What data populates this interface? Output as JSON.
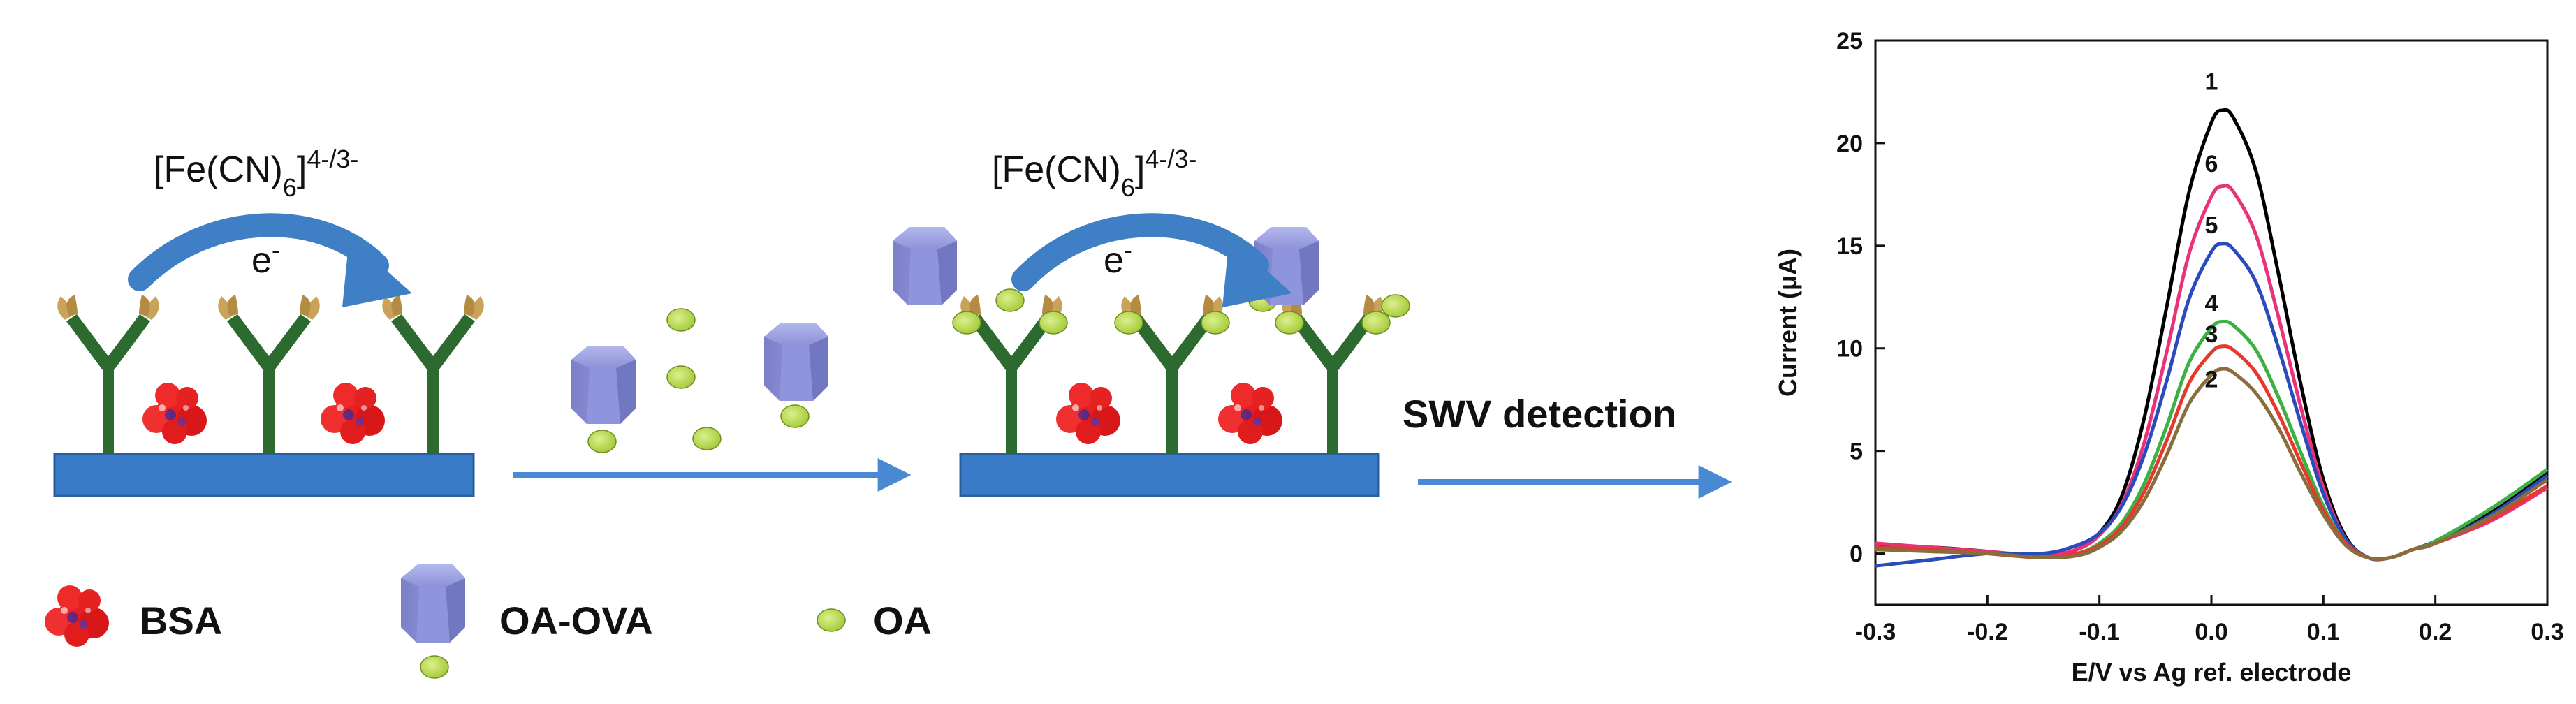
{
  "scheme": {
    "redox_probe": {
      "base": "[Fe(CN)",
      "subscript": "6",
      "superscript": "4-/3-"
    },
    "electron_label": {
      "base": "e",
      "superscript": "-"
    },
    "step_label": "SWV detection",
    "legend": [
      {
        "key": "bsa",
        "label": "BSA"
      },
      {
        "key": "oa-ova",
        "label": "OA-OVA"
      },
      {
        "key": "oa",
        "label": "OA"
      }
    ],
    "colors": {
      "electrode": "#3a7bc8",
      "antibody": "#2d6a2f",
      "antibody_tip": "#c9a35a",
      "bsa": "#e62020",
      "ova": "#8a8fd6",
      "oa": "#b9db52",
      "arrow": "#4a8ad4",
      "electron_arrow": "#3f7fc6"
    }
  },
  "chart_data": {
    "type": "line",
    "title": "",
    "xlabel": "E/V vs Ag ref. electrode",
    "ylabel": "Current (μA)",
    "xlim": [
      -0.3,
      0.3
    ],
    "ylim": [
      -2.5,
      25
    ],
    "xticks": [
      -0.3,
      -0.2,
      -0.1,
      0.0,
      0.1,
      0.2,
      0.3
    ],
    "xtick_labels": [
      "-0.3",
      "-0.2",
      "-0.1",
      "0.0",
      "0.1",
      "0.2",
      "0.3"
    ],
    "yticks": [
      0,
      5,
      10,
      15,
      20,
      25
    ],
    "ytick_labels": [
      "0",
      "5",
      "10",
      "15",
      "20",
      "25"
    ],
    "grid": false,
    "legend": "none",
    "series": [
      {
        "name": "1",
        "color": "#000000",
        "x": [
          -0.3,
          -0.25,
          -0.2,
          -0.15,
          -0.12,
          -0.1,
          -0.08,
          -0.06,
          -0.04,
          -0.02,
          0.0,
          0.01,
          0.02,
          0.04,
          0.06,
          0.08,
          0.1,
          0.12,
          0.14,
          0.16,
          0.18,
          0.2,
          0.25,
          0.3
        ],
        "y": [
          0.3,
          0.3,
          0.1,
          -0.2,
          0.2,
          1.0,
          2.8,
          6.6,
          12.0,
          17.6,
          21.0,
          21.6,
          21.2,
          18.6,
          13.6,
          8.2,
          3.6,
          0.8,
          -0.2,
          -0.2,
          0.2,
          0.6,
          2.0,
          3.9
        ]
      },
      {
        "name": "6",
        "color": "#e8327a",
        "x": [
          -0.3,
          -0.25,
          -0.2,
          -0.15,
          -0.12,
          -0.1,
          -0.08,
          -0.06,
          -0.04,
          -0.02,
          0.0,
          0.01,
          0.02,
          0.04,
          0.06,
          0.08,
          0.1,
          0.12,
          0.14,
          0.16,
          0.18,
          0.2,
          0.25,
          0.3
        ],
        "y": [
          0.5,
          0.3,
          0.1,
          -0.1,
          0.2,
          0.9,
          2.4,
          5.4,
          9.8,
          14.6,
          17.4,
          17.9,
          17.6,
          15.5,
          11.5,
          7.1,
          3.2,
          0.7,
          -0.2,
          -0.2,
          0.2,
          0.5,
          1.6,
          3.2
        ]
      },
      {
        "name": "5",
        "color": "#2b4bbd",
        "x": [
          -0.3,
          -0.25,
          -0.2,
          -0.15,
          -0.12,
          -0.1,
          -0.08,
          -0.06,
          -0.04,
          -0.02,
          0.0,
          0.01,
          0.02,
          0.04,
          0.06,
          0.08,
          0.1,
          0.12,
          0.14,
          0.16,
          0.18,
          0.2,
          0.25,
          0.3
        ],
        "y": [
          -0.6,
          -0.3,
          0.0,
          0.0,
          0.4,
          1.0,
          2.3,
          4.8,
          8.4,
          12.4,
          14.7,
          15.1,
          14.8,
          13.2,
          10.0,
          6.3,
          2.9,
          0.7,
          -0.2,
          -0.2,
          0.2,
          0.5,
          1.9,
          3.8
        ]
      },
      {
        "name": "4",
        "color": "#3cb043",
        "x": [
          -0.3,
          -0.25,
          -0.2,
          -0.15,
          -0.12,
          -0.1,
          -0.08,
          -0.06,
          -0.04,
          -0.02,
          0.0,
          0.01,
          0.02,
          0.04,
          0.06,
          0.08,
          0.1,
          0.12,
          0.14,
          0.16,
          0.18,
          0.2,
          0.25,
          0.3
        ],
        "y": [
          0.3,
          0.2,
          0.0,
          -0.2,
          0.0,
          0.5,
          1.5,
          3.4,
          6.2,
          9.3,
          11.0,
          11.3,
          11.1,
          9.9,
          7.6,
          4.9,
          2.3,
          0.5,
          -0.2,
          -0.2,
          0.2,
          0.6,
          2.2,
          4.1
        ]
      },
      {
        "name": "3",
        "color": "#e5392e",
        "x": [
          -0.3,
          -0.25,
          -0.2,
          -0.15,
          -0.12,
          -0.1,
          -0.08,
          -0.06,
          -0.04,
          -0.02,
          0.0,
          0.01,
          0.02,
          0.04,
          0.06,
          0.08,
          0.1,
          0.12,
          0.14,
          0.16,
          0.18,
          0.2,
          0.25,
          0.3
        ],
        "y": [
          0.3,
          0.2,
          0.0,
          -0.2,
          0.0,
          0.4,
          1.3,
          3.0,
          5.5,
          8.3,
          9.8,
          10.1,
          9.9,
          8.8,
          6.8,
          4.4,
          2.1,
          0.5,
          -0.2,
          -0.2,
          0.2,
          0.5,
          1.7,
          3.3
        ]
      },
      {
        "name": "2",
        "color": "#8a6d3b",
        "x": [
          -0.3,
          -0.25,
          -0.2,
          -0.15,
          -0.12,
          -0.1,
          -0.08,
          -0.06,
          -0.04,
          -0.02,
          0.0,
          0.01,
          0.02,
          0.04,
          0.06,
          0.08,
          0.1,
          0.12,
          0.14,
          0.16,
          0.18,
          0.2,
          0.25,
          0.3
        ],
        "y": [
          0.2,
          0.1,
          0.0,
          -0.2,
          -0.1,
          0.3,
          1.1,
          2.6,
          4.8,
          7.3,
          8.7,
          9.0,
          8.8,
          7.8,
          6.1,
          3.9,
          1.9,
          0.4,
          -0.2,
          -0.2,
          0.2,
          0.5,
          1.8,
          3.6
        ]
      }
    ],
    "curve_labels": [
      {
        "text": "1",
        "x": 0.0,
        "y": 22.6
      },
      {
        "text": "6",
        "x": 0.0,
        "y": 18.6
      },
      {
        "text": "5",
        "x": 0.0,
        "y": 15.6
      },
      {
        "text": "4",
        "x": 0.0,
        "y": 11.8
      },
      {
        "text": "3",
        "x": 0.0,
        "y": 10.3
      },
      {
        "text": "2",
        "x": 0.0,
        "y": 8.1
      }
    ]
  }
}
